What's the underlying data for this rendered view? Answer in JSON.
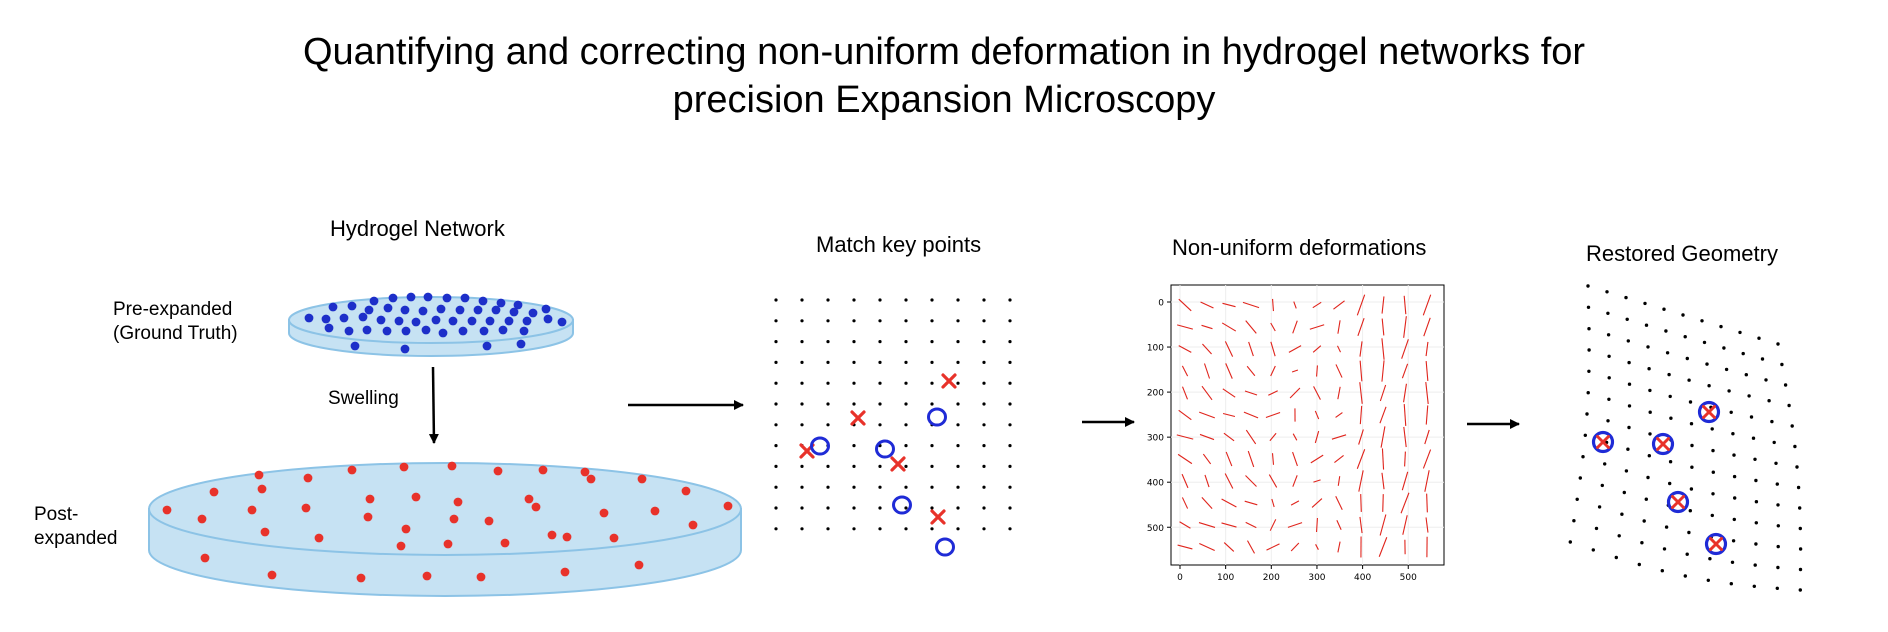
{
  "title_line1": "Quantifying and correcting non-uniform deformation in hydrogel networks for",
  "title_line2": "precision Expansion Microscopy",
  "panels": {
    "hydrogel": {
      "heading": "Hydrogel Network",
      "pre_label_1": "Pre-expanded",
      "pre_label_2": "(Ground Truth)",
      "swelling_label": "Swelling",
      "post_label_1": "Post-",
      "post_label_2": "expanded"
    },
    "match": {
      "heading": "Match key points"
    },
    "deform": {
      "heading": "Non-uniform deformations",
      "y_ticks": [
        "0",
        "100",
        "200",
        "300",
        "400",
        "500"
      ],
      "x_ticks": [
        "0",
        "100",
        "200",
        "300",
        "400",
        "500"
      ]
    },
    "restored": {
      "heading": "Restored Geometry"
    }
  },
  "colors": {
    "gel_fill": "#c6e2f3",
    "gel_edge": "#8cc3e6",
    "pre_dots": "#1d2fc9",
    "post_dots": "#e8322a",
    "marker_x": "#e8322a",
    "marker_o": "#1f2bd6",
    "vectors": "#e0241c",
    "grid_dots": "#000000"
  }
}
